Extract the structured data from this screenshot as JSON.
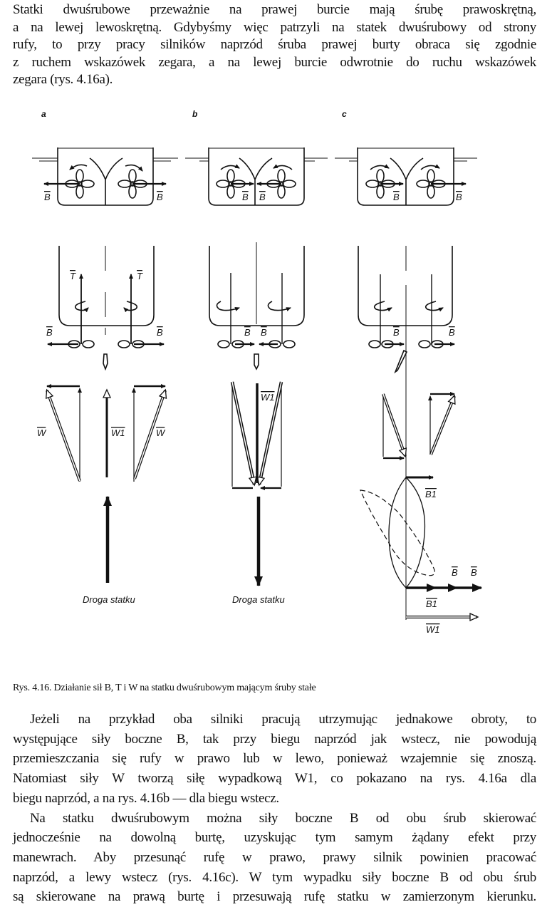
{
  "top_paragraph": [
    "Statki dwuśrubowe przeważnie na prawej burcie mają śrubę prawoskrętną,",
    "a na lewej lewoskrętną. Gdybyśmy więc patrzyli na statek dwuśrubowy od strony",
    "rufy, to przy pracy silników naprzód śruba prawej burty obraca się zgodnie",
    "z ruchem wskazówek zegara, a na lewej burcie odwrotnie do ruchu wskazówek",
    "zegara (rys. 4.16a)."
  ],
  "figure": {
    "panel_labels": [
      "a",
      "b",
      "c"
    ],
    "force_B": "B",
    "force_T": "T",
    "force_W": "W",
    "force_W1": "W1",
    "force_B1": "B1",
    "ship_path_label": "Droga statku",
    "caption": "Rys. 4.16. Działanie sił B, T i W na statku dwuśrubowym mającym śruby stałe"
  },
  "bottom_paragraph": [
    "Jeżeli na przykład oba silniki pracują utrzymując jednakowe obroty, to",
    "występujące siły boczne B, tak przy biegu naprzód jak wstecz, nie powodują",
    "przemieszczania się rufy w prawo lub w lewo, ponieważ wzajemnie się znoszą.",
    "Natomiast siły W tworzą siłę wypadkową W1, co pokazano na rys. 4.16a dla",
    "biegu naprzód, a na rys. 4.16b — dla biegu wstecz.",
    "Na statku dwuśrubowym można siły boczne B od obu śrub skierować",
    "jednocześnie na dowolną burtę, uzyskując tym samym żądany efekt przy",
    "manewrach. Aby przesunąć rufę w prawo, prawy silnik powinien pracować",
    "naprzód, a lewy wstecz (rys. 4.16c). W tym wypadku siły boczne B od obu śrub",
    "są skierowane na prawą burtę i przesuwają rufę statku w zamierzonym kierunku."
  ]
}
